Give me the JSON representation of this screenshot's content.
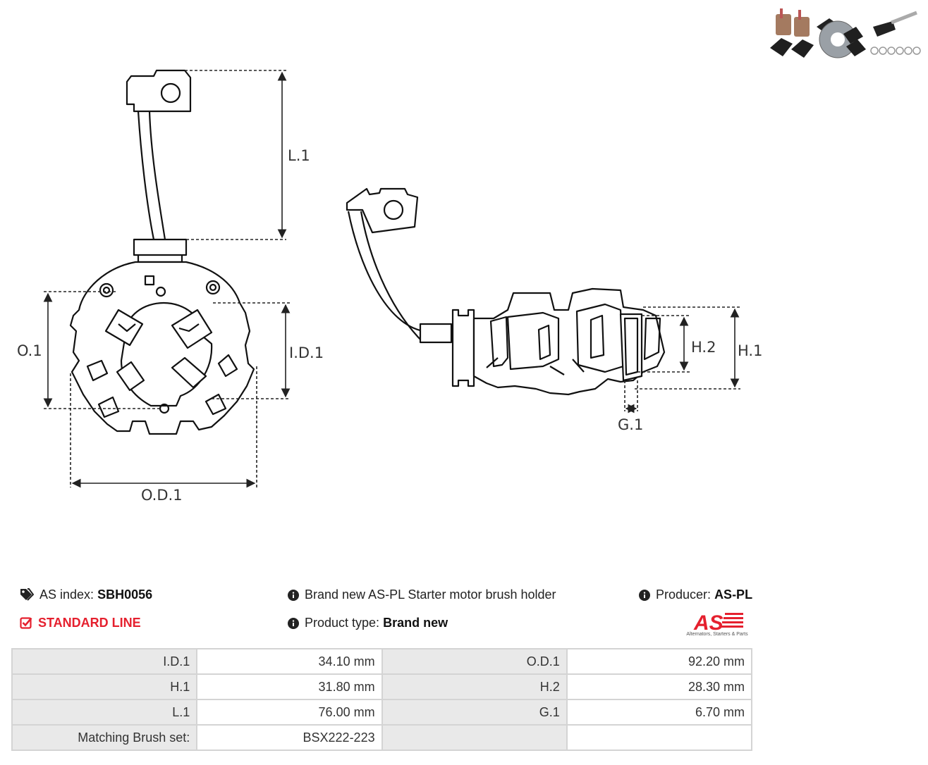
{
  "dimension_labels": {
    "l1": "L.1",
    "o1": "O.1",
    "id1": "I.D.1",
    "od1": "O.D.1",
    "h2": "H.2",
    "h1": "H.1",
    "g1": "G.1"
  },
  "info": {
    "as_index_label": "AS index:",
    "as_index_value": "SBH0056",
    "standard_line": "STANDARD LINE",
    "description": "Brand new AS-PL Starter motor brush holder",
    "product_type_label": "Product type:",
    "product_type_value": "Brand new",
    "producer_label": "Producer:",
    "producer_value": "AS-PL"
  },
  "logo": {
    "text": "AS",
    "tagline": "Alternators, Starters & Parts"
  },
  "specs": [
    {
      "k1": "I.D.1",
      "v1": "34.10 mm",
      "k2": "O.D.1",
      "v2": "92.20 mm"
    },
    {
      "k1": "H.1",
      "v1": "31.80 mm",
      "k2": "H.2",
      "v2": "28.30 mm"
    },
    {
      "k1": "L.1",
      "v1": "76.00 mm",
      "k2": "G.1",
      "v2": "6.70 mm"
    },
    {
      "k1": "Matching Brush set:",
      "v1": "BSX222-223",
      "k2": "",
      "v2": ""
    }
  ],
  "colors": {
    "accent_red": "#e5202e",
    "table_key_bg": "#e9e9e9",
    "table_border": "#d4d4d4"
  },
  "icons": [
    "tags-icon",
    "checked-box-icon",
    "info-circle-icon",
    "brush-holder-kit-photo"
  ]
}
